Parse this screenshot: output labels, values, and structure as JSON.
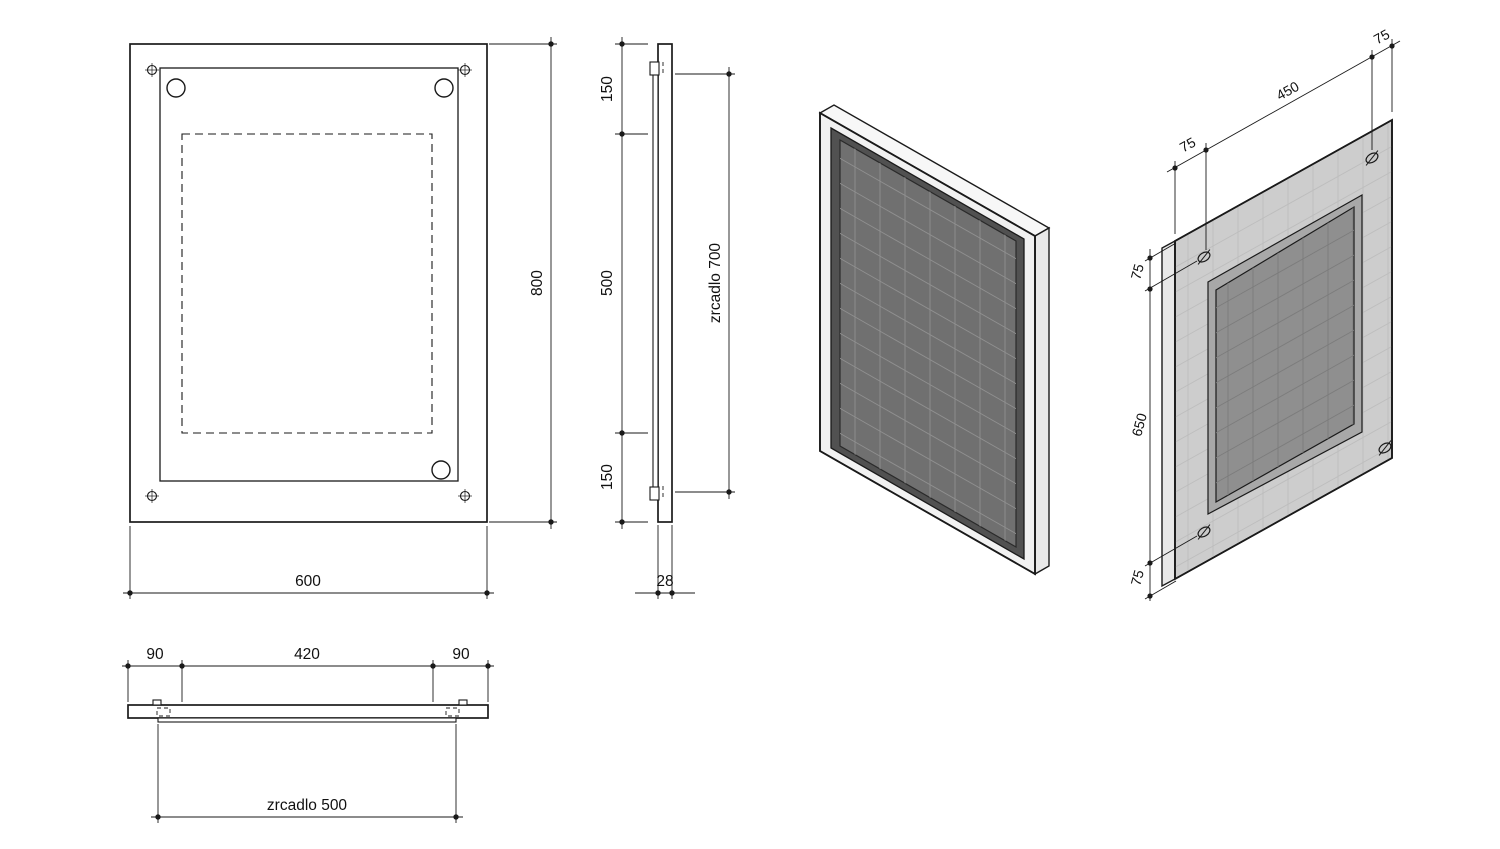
{
  "drawing": {
    "front_view": {
      "dim_width": "600",
      "dim_height": "800"
    },
    "side_view": {
      "dim_top_offset": "150",
      "dim_middle": "500",
      "dim_bottom_offset": "150",
      "dim_mirror_height": "zrcadlo 700",
      "dim_thickness": "28"
    },
    "plan_view": {
      "dim_left_offset": "90",
      "dim_center": "420",
      "dim_right_offset": "90",
      "dim_mirror_width": "zrcadlo 500"
    },
    "iso_back_view": {
      "dim_top_left_offset": "75",
      "dim_top_width": "450",
      "dim_top_right_offset": "75",
      "dim_side_top_offset": "75",
      "dim_side_height": "650",
      "dim_side_bottom_offset": "75"
    },
    "colors": {
      "line": "#1a1a1a",
      "glass": "#707070",
      "frame_face": "#f1f1f1",
      "bevel_shadow": "#515151",
      "back_face": "#cdcdcd",
      "recess_panel": "#8f8f8f"
    }
  }
}
